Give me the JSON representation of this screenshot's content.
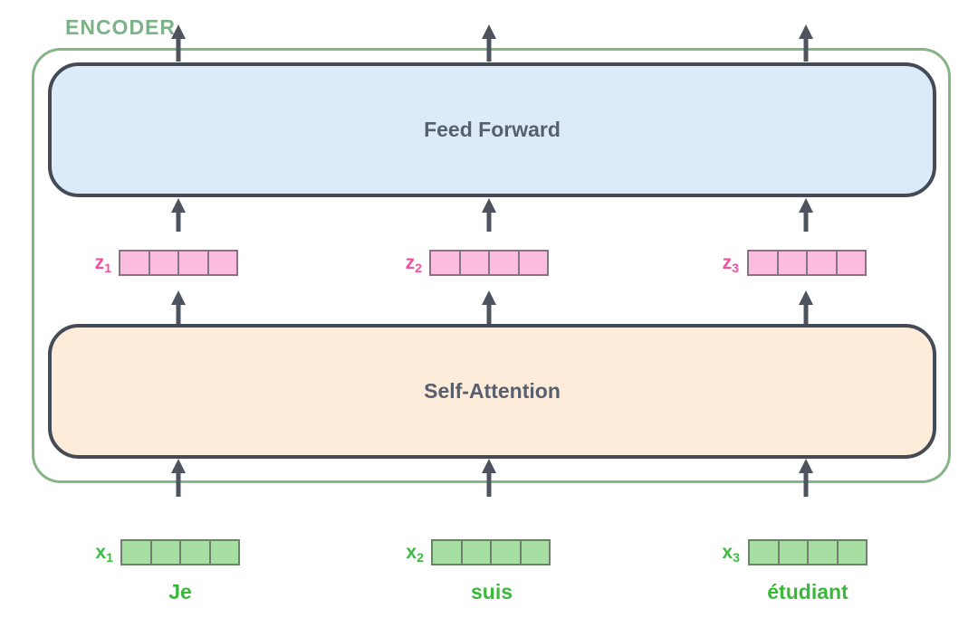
{
  "encoder": {
    "label": "ENCODER",
    "feed_forward_label": "Feed Forward",
    "self_attention_label": "Self-Attention",
    "cells_per_vector": 4
  },
  "columns": [
    {
      "z_base": "z",
      "z_sub": "1",
      "x_base": "x",
      "x_sub": "1",
      "word": "Je"
    },
    {
      "z_base": "z",
      "z_sub": "2",
      "x_base": "x",
      "x_sub": "2",
      "word": "suis"
    },
    {
      "z_base": "z",
      "z_sub": "3",
      "x_base": "x",
      "x_sub": "3",
      "word": "étudiant"
    }
  ],
  "colors": {
    "encoder_border": "#85b487",
    "encoder_label": "#7cb287",
    "block_border": "#454b54",
    "feed_forward_fill": "#dcebfa",
    "self_attention_fill": "#fcecd9",
    "block_label": "#586070",
    "arrow": "#4d545f",
    "z_vector_fill": "#fbbcdf",
    "z_vector_border": "#857486",
    "z_label": "#f2519f",
    "x_vector_fill": "#a7dfa2",
    "x_vector_border": "#6f806e",
    "x_label": "#3fba45",
    "word": "#3bb83c"
  }
}
